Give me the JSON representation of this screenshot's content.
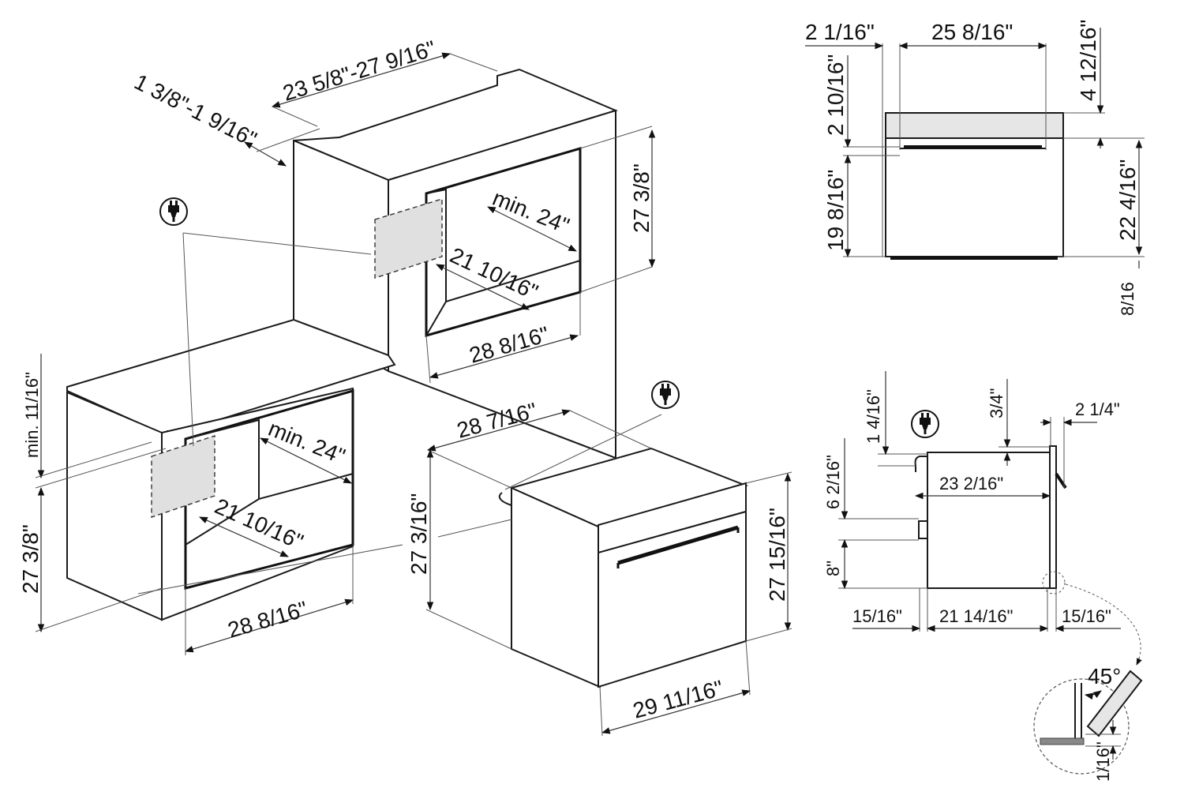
{
  "diagram": {
    "top_cabinet": {
      "width_range": "23 5/8\"-27 9/16\"",
      "depth_range": "1 3/8\"-1 9/16\"",
      "cutout_height": "27 3/8\"",
      "min_depth": "min. 24\"",
      "cutout_depth": "21 10/16\"",
      "cutout_width": "28 8/16\""
    },
    "bottom_cabinet": {
      "min_top": "min. 11/16\"",
      "cutout_height": "27 3/8\"",
      "min_depth": "min. 24\"",
      "cutout_depth": "21 10/16\"",
      "cutout_width": "28 8/16\""
    },
    "oven": {
      "depth": "28 7/16\"",
      "body_height": "27 3/16\"",
      "front_height": "27 15/16\"",
      "front_width": "29 11/16\""
    },
    "front_view": {
      "side_offset": "2 1/16\"",
      "inner_width": "25 8/16\"",
      "top_height": "4 12/16\"",
      "handle_offset": "2 10/16\"",
      "door_height": "19 8/16\"",
      "total_height": "22 4/16\"",
      "bottom_gap": "8/16"
    },
    "side_view": {
      "top_gap": "1 4/16\"",
      "top_inset": "3/4\"",
      "handle_depth": "2 1/4\"",
      "plug_height": "6 2/16\"",
      "body_depth_top": "23 2/16\"",
      "lower_height": "8\"",
      "rear_gap": "15/16\"",
      "body_depth": "21 14/16\"",
      "front_gap": "15/16\"",
      "door_angle": "45°",
      "clearance": "1/16\""
    }
  }
}
